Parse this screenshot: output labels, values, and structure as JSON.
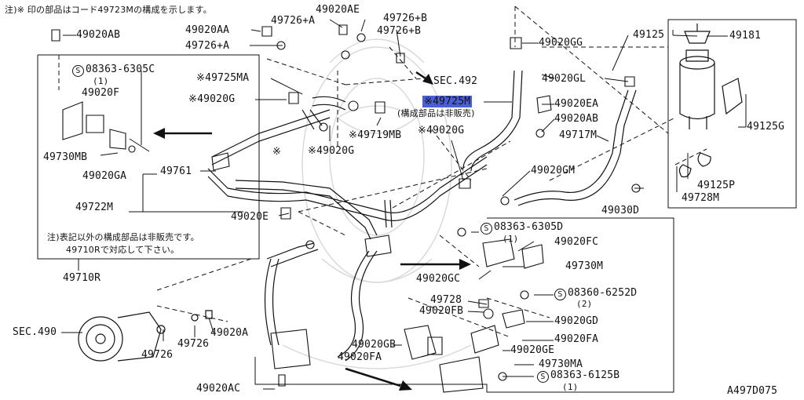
{
  "notes": {
    "top": "注)※ 印の部品はコード49723Mの構成を示します。",
    "bottom_line1": "注)表記以外の構成部品は非販売です。",
    "bottom_line2": "49710Rで対応して下さい。",
    "not_sold": "(構成部品は非販売)"
  },
  "drawing_id": "A497D075",
  "sections": {
    "sec492": "SEC.492",
    "sec490": "SEC.490"
  },
  "parts": {
    "p49020AB_top": "49020AB",
    "p49020AE": "49020AE",
    "p49726A_1": "49726+A",
    "p49726B_1": "49726+B",
    "p49020AA": "49020AA",
    "p49726B_2": "49726+B",
    "p49726A_2": "49726+A",
    "p49020GG": "49020GG",
    "p49125": "49125",
    "p49181": "49181",
    "p08363_6305C": "08363-6305C",
    "p08363_6305C_qty": "(1)",
    "p49725MA": "※49725MA",
    "p49020F": "49020F",
    "p49020G_1": "※49020G",
    "p49725M": "※49725M",
    "p49020GL": "49020GL",
    "p49020EA": "49020EA",
    "p49020AB_mid": "49020AB",
    "p49125G": "49125G",
    "p49719MB": "※49719MB",
    "p49020G_2": "※49020G",
    "p49717M": "49717M",
    "p49730MB": "49730MB",
    "p49020G_3": "※49020G",
    "p49020GA": "49020GA",
    "p49761": "49761",
    "star": "※",
    "p49020GM": "49020GM",
    "p49125P": "49125P",
    "p49728M": "49728M",
    "p49722M": "49722M",
    "p49030D": "49030D",
    "p49020E": "49020E",
    "p08363_6305D": "08363-6305D",
    "p08363_6305D_qty": "(1)",
    "p49020FC": "49020FC",
    "p49710R": "49710R",
    "p49730M": "49730M",
    "p49020GC": "49020GC",
    "p08360_6252D": "08360-6252D",
    "p08360_6252D_qty": "(2)",
    "p49728": "49728",
    "p49020FB": "49020FB",
    "p49020GD": "49020GD",
    "p49726_1": "49726",
    "p49020A": "49020A",
    "p49726_2": "49726",
    "p49020GB": "49020GB",
    "p49020FA_1": "49020FA",
    "p49020FA_2": "49020FA",
    "p49020GE": "49020GE",
    "p49730MA": "49730MA",
    "p08363_6125B": "08363-6125B",
    "p08363_6125B_qty": "(1)",
    "p49020AC": "49020AC"
  },
  "colors": {
    "ink": "#111111",
    "highlight": "#4a5fd6",
    "watermark": "#d8d8d8"
  }
}
